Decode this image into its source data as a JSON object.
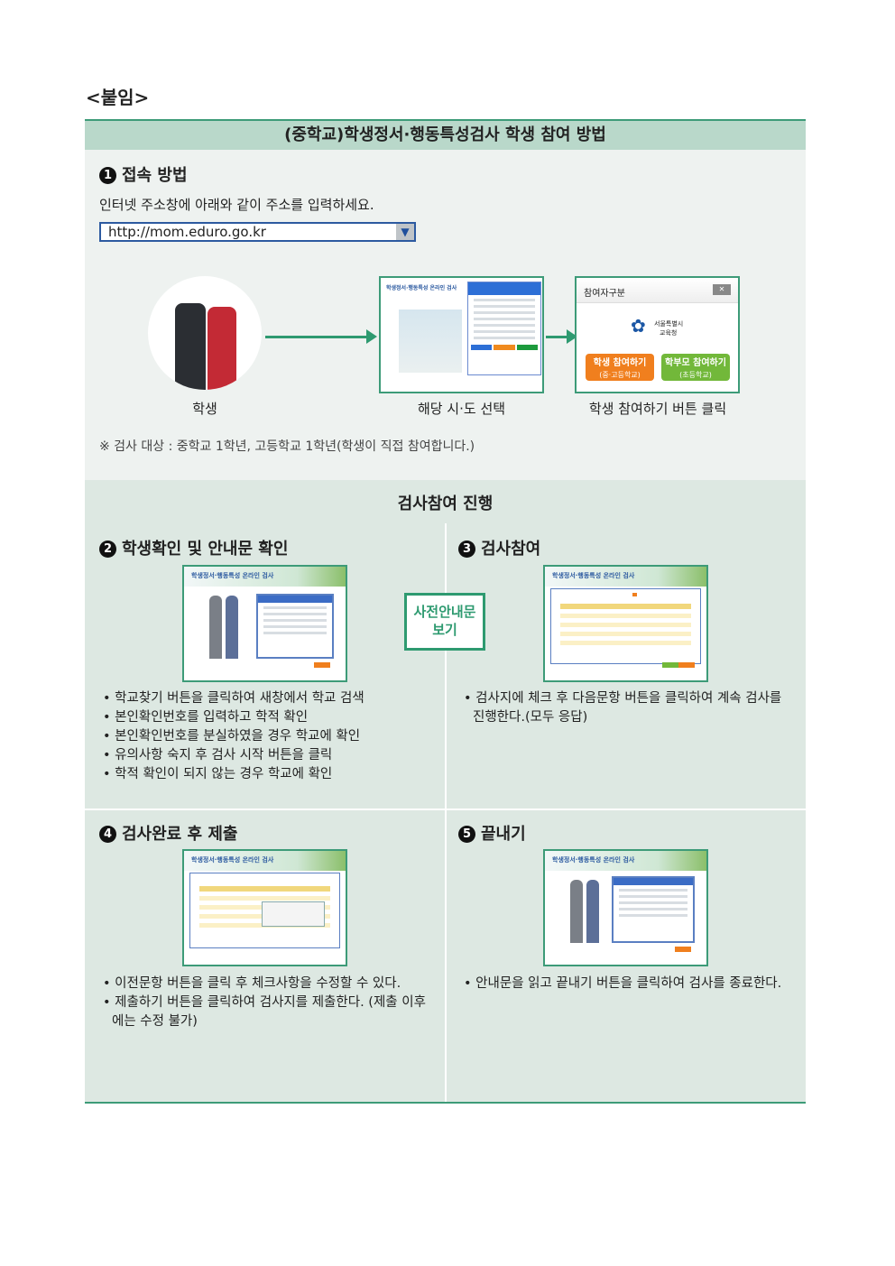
{
  "attachment_label": "<붙임>",
  "title": "(중학교)학생정서·행동특성검사 학생 참여 방법",
  "step1": {
    "num": "1",
    "heading": "접속 방법",
    "instruction": "인터넷 주소창에 아래와 같이 주소를 입력하세요.",
    "url": "http://mom.eduro.go.kr",
    "dropdown_icon": "▼",
    "captions": [
      "학생",
      "해당 시·도 선택",
      "학생 참여하기 버튼 클릭"
    ],
    "site_title": "학생정서·행동특성 온라인 검사",
    "dialog": {
      "title": "참여자구분",
      "close": "✕",
      "org_line1": "서울특별시",
      "org_line2": "교육청",
      "student_btn": "학생 참여하기",
      "student_sub": "(중·고등학교)",
      "parent_btn": "학부모 참여하기",
      "parent_sub": "(초등학교)"
    },
    "note": "※ 검사 대상 : 중학교 1학년, 고등학교 1학년(학생이 직접 참여합니다.)"
  },
  "progress_title": "검사참여 진행",
  "preview_badge": {
    "line1": "사전안내문",
    "line2": "보기"
  },
  "step2": {
    "num": "2",
    "heading": "학생확인 및 안내문 확인",
    "bullets": [
      "학교찾기 버튼을 클릭하여 새창에서 학교 검색",
      "본인확인번호를 입력하고 학적 확인",
      "본인확인번호를 분실하였을 경우 학교에 확인",
      "유의사항 숙지 후 검사 시작 버튼을 클릭",
      "학적 확인이 되지 않는 경우 학교에 확인"
    ]
  },
  "step3": {
    "num": "3",
    "heading": "검사참여",
    "bullets": [
      "검사지에 체크 후 다음문항 버튼을 클릭하여 계속 검사를 진행한다.(모두 응답)"
    ]
  },
  "step4": {
    "num": "4",
    "heading": "검사완료 후 제출",
    "bullets": [
      "이전문항 버튼을 클릭 후 체크사항을 수정할 수 있다.",
      "제출하기 버튼을 클릭하여 검사지를 제출한다. (제출 이후에는 수정 불가)"
    ]
  },
  "step5": {
    "num": "5",
    "heading": "끝내기",
    "bullets": [
      "안내문을 읽고 끝내기 버튼을 클릭하여 검사를 종료한다."
    ]
  },
  "colors": {
    "green": "#3d9b78",
    "header": "#b9d8ca",
    "orange": "#f07f1e",
    "lime": "#72b83a"
  }
}
